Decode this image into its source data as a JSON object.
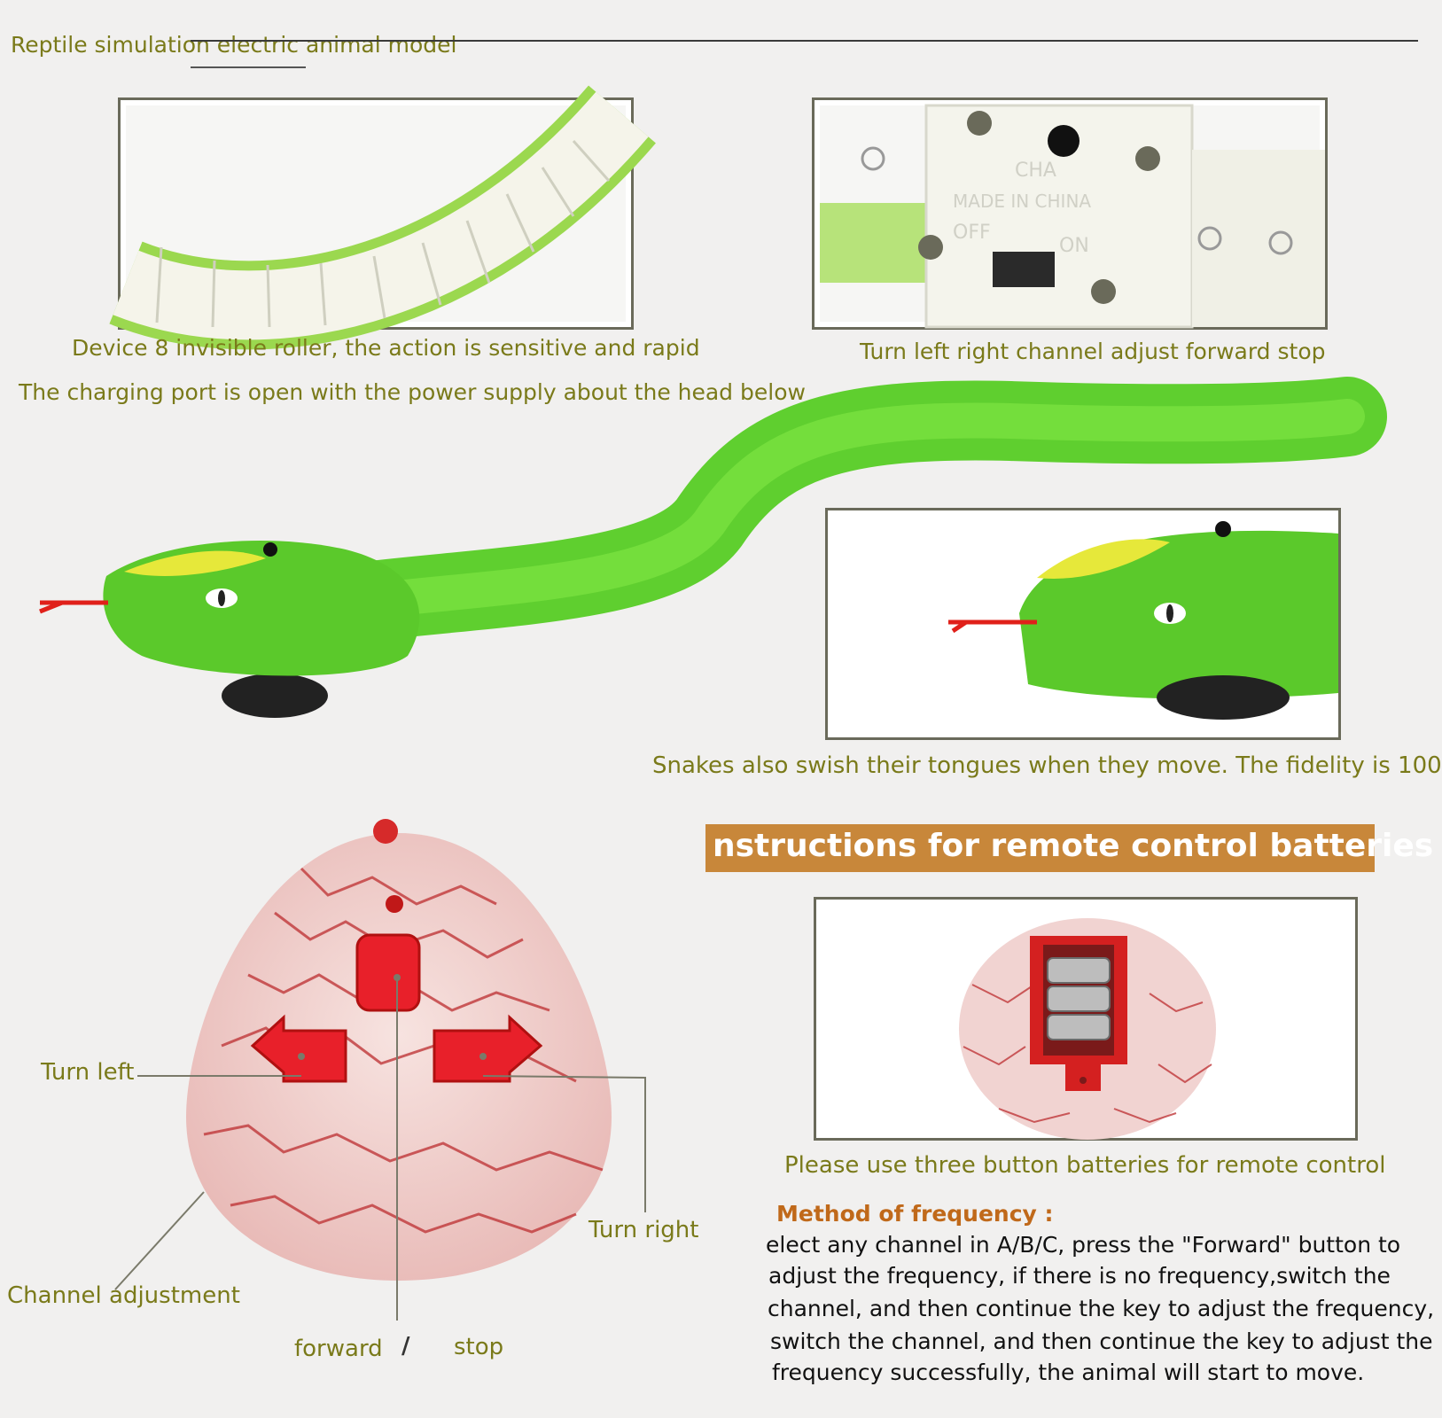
{
  "header": {
    "title": "Reptile simulation electric animal model"
  },
  "panels": {
    "top_left_caption": "Device 8 invisible roller, the action is sensitive and rapid",
    "top_right_caption": "Turn left right channel adjust forward stop",
    "charging_caption": "The charging port is open with the power supply about the head below",
    "tongue_caption": "Snakes also swish their tongues when they move. The fidelity is 100",
    "battery_caption": "Please use three button batteries for remote control"
  },
  "switch_labels": {
    "country": "CHA",
    "made": "MADE IN CHINA",
    "off": "OFF",
    "on": "ON"
  },
  "banner": {
    "text": "nstructions for remote control batteries",
    "color": "#c8873a"
  },
  "remote_labels": {
    "turn_left": "Turn left",
    "turn_right": "Turn right",
    "channel": "Channel adjustment",
    "forward": "forward",
    "slash": "/",
    "stop": "stop"
  },
  "method": {
    "title": "Method of frequency :",
    "lines": [
      "elect any channel in A/B/C, press the \"Forward\" button to",
      "adjust the frequency, if there is no frequency,switch the",
      "channel, and then continue the key to adjust the frequency,",
      "switch the channel, and then continue the key to adjust the",
      "frequency successfully, the animal will start to move."
    ]
  },
  "colors": {
    "caption": "#7a7a1a",
    "snake_green": "#5fcf2f",
    "egg_pink": "#f1d3d1",
    "crack_red": "#c0383a",
    "button_red": "#e8202a"
  }
}
